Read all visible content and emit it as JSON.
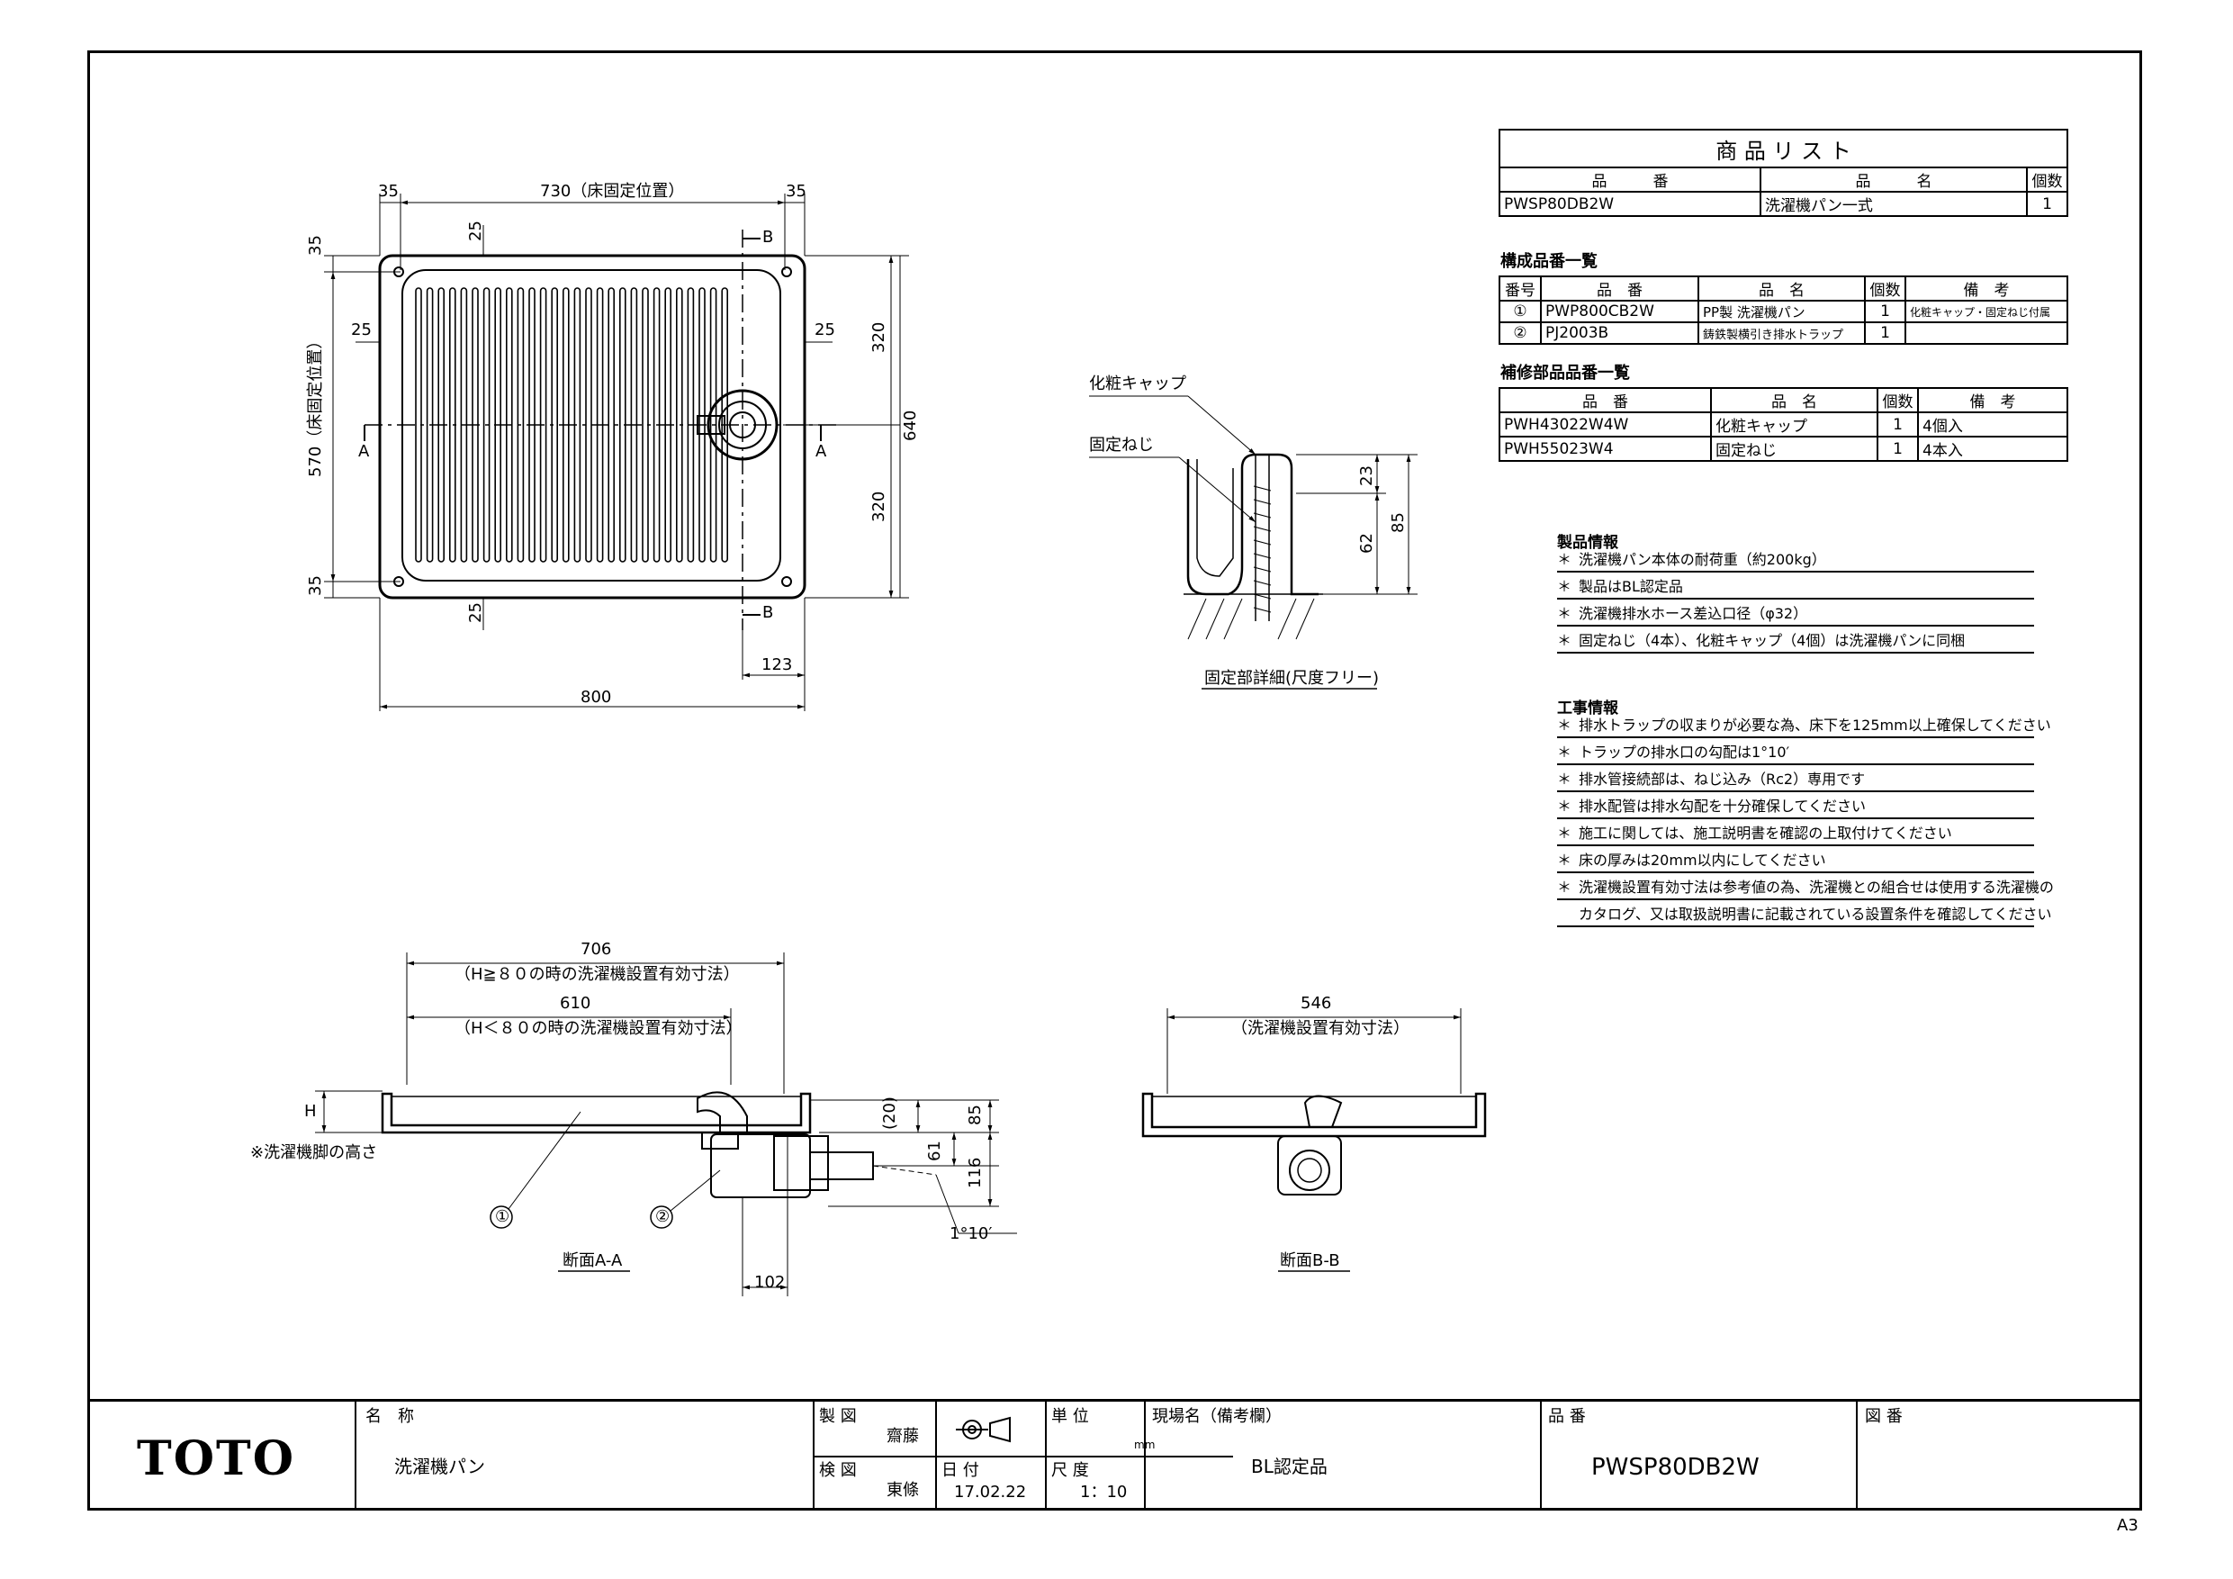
{
  "product_list": {
    "title": "商 品 リ ス ト",
    "headers": [
      "品　　　番",
      "品　　　名",
      "個数"
    ],
    "rows": [
      [
        "PWSP80DB2W",
        "洗濯機パン一式",
        "1"
      ]
    ]
  },
  "components": {
    "title": "構成品番一覧",
    "headers": [
      "番号",
      "品　番",
      "品　名",
      "個数",
      "備　考"
    ],
    "rows": [
      [
        "①",
        "PWP800CB2W",
        "PP製 洗濯機パン",
        "1",
        "化粧キャップ・固定ねじ付属"
      ],
      [
        "②",
        "PJ2003B",
        "鋳鉄製横引き排水トラップ",
        "1",
        ""
      ]
    ]
  },
  "repair_parts": {
    "title": "補修部品品番一覧",
    "headers": [
      "品　番",
      "品　名",
      "個数",
      "備　考"
    ],
    "rows": [
      [
        "PWH43022W4W",
        "化粧キャップ",
        "1",
        "4個入"
      ],
      [
        "PWH55023W4",
        "固定ねじ",
        "1",
        "4本入"
      ]
    ]
  },
  "product_info": {
    "title": "製品情報",
    "items": [
      "洗濯機パン本体の耐荷重（約200kg）",
      "製品はBL認定品",
      "洗濯機排水ホース差込口径（φ32）",
      "固定ねじ（4本）、化粧キャップ（4個）は洗濯機パンに同梱"
    ]
  },
  "work_info": {
    "title": "工事情報",
    "star": "＊",
    "items": [
      "排水トラップの収まりが必要な為、床下を125mm以上確保してください",
      "トラップの排水口の勾配は1°10′",
      "排水管接続部は、ねじ込み（Rc2）専用です",
      "排水配管は排水勾配を十分確保してください",
      "施工に関しては、施工説明書を確認の上取付けてください",
      "床の厚みは20mm以内にしてください",
      "洗濯機設置有効寸法は参考値の為、洗濯機との組合せは使用する洗濯機の",
      "カタログ、又は取扱説明書に記載されている設置条件を確認してください"
    ]
  },
  "plan_dims": {
    "top_left": "35",
    "top_mid": "730（床固定位置）",
    "top_right": "35",
    "left_top": "35",
    "left_mid": "570（床固定位置）",
    "left_bottom": "35",
    "inner_top": "25",
    "inner_bottom": "25",
    "inner_left": "25",
    "inner_right": "25",
    "right_upper": "320",
    "right_lower": "320",
    "right_total": "640",
    "bottom_offset": "123",
    "bottom_total": "800",
    "sec_a": "A",
    "sec_b": "B"
  },
  "detail": {
    "label_cap": "化粧キャップ",
    "label_screw": "固定ねじ",
    "dim_23": "23",
    "dim_62": "62",
    "dim_85": "85",
    "caption": "固定部詳細(尺度フリー)"
  },
  "section_a": {
    "dim_706": "706",
    "note_706": "（H≧８０の時の洗濯機設置有効寸法）",
    "dim_610": "610",
    "note_610": "（H＜８０の時の洗濯機設置有効寸法）",
    "label_h": "H",
    "note_h": "※洗濯機脚の高さ",
    "dim_20": "(20)",
    "dim_85": "85",
    "dim_61": "61",
    "dim_116": "116",
    "dim_102": "102",
    "slope": "1°10′",
    "callout_1": "①",
    "callout_2": "②",
    "caption": "断面A-A"
  },
  "section_b": {
    "dim_546": "546",
    "note_546": "（洗濯機設置有効寸法）",
    "caption": "断面B-B"
  },
  "title_block": {
    "logo": "TOTO",
    "name_label": "名　称",
    "name_value": "洗濯機パン",
    "drawn_label": "製 図",
    "drawn_value": "齋藤",
    "checked_label": "検 図",
    "checked_value": "東條",
    "unit_label": "単 位",
    "unit_value": "mm",
    "date_label": "日 付",
    "date_value": "17.02.22",
    "scale_label": "尺 度",
    "scale_value": "1：10",
    "site_label": "現場名（備考欄）",
    "site_value": "BL認定品",
    "part_label": "品 番",
    "part_value": "PWSP80DB2W",
    "drawing_no_label": "図 番"
  },
  "sheet_size": "A3"
}
